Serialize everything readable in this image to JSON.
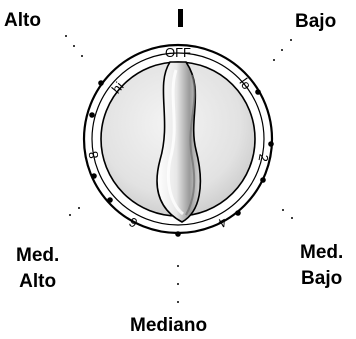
{
  "labels": {
    "alto": "Alto",
    "bajo": "Bajo",
    "med_alto": [
      "Med.",
      "Alto"
    ],
    "med_bajo": [
      "Med.",
      "Bajo"
    ],
    "mediano": "Mediano"
  },
  "dial": {
    "off": "OFF",
    "hi": "hi",
    "lo": "lo",
    "marks": [
      "2",
      "4",
      "6",
      "8"
    ]
  },
  "top_indicator": "I"
}
